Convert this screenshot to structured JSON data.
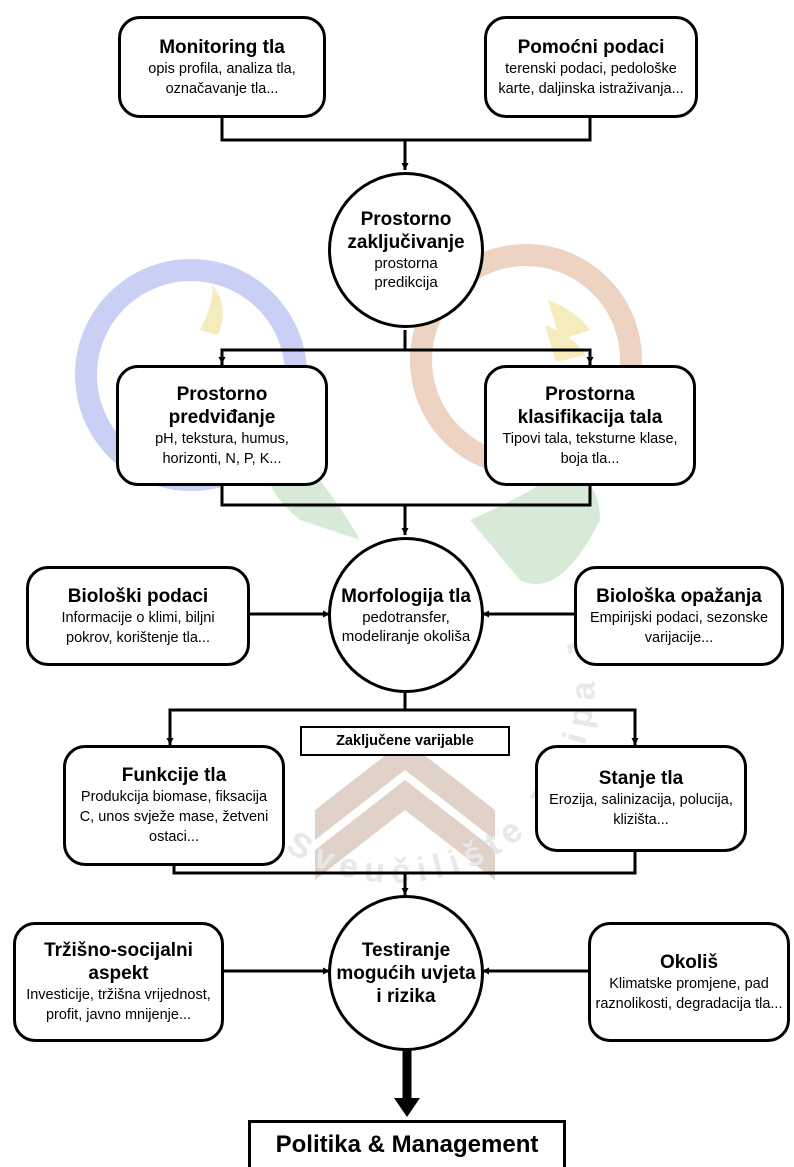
{
  "nodes": {
    "monitoring": {
      "title": "Monitoring tla",
      "desc": [
        "opis profila, analiza tla,",
        "označavanje tla..."
      ]
    },
    "pomocni": {
      "title": "Pomoćni podaci",
      "desc": [
        "terenski podaci, pedološke",
        "karte, daljinska istraživanja..."
      ]
    },
    "zakljucivanje": {
      "title": [
        "Prostorno",
        "zaključivanje"
      ],
      "desc": [
        "prostorna",
        "predikcija"
      ]
    },
    "predvidjanje": {
      "title": [
        "Prostorno",
        "predviđanje"
      ],
      "desc": [
        "pH, tekstura, humus,",
        "horizonti, N, P, K..."
      ]
    },
    "klasifikacija": {
      "title": [
        "Prostorna",
        "klasifikacija tala"
      ],
      "desc": [
        "Tipovi tala, teksturne klase,",
        "boja tla..."
      ]
    },
    "bioloski_podaci": {
      "title": "Biološki podaci",
      "desc": [
        "Informacije o klimi, biljni",
        "pokrov, korištenje tla..."
      ]
    },
    "morfologija": {
      "title": "Morfologija tla",
      "desc": [
        "pedotransfer,",
        "modeliranje okoliša"
      ]
    },
    "bioloska_opazanja": {
      "title": "Biološka opažanja",
      "desc": [
        "Empirijski podaci, sezonske",
        "varijacije..."
      ]
    },
    "funkcije": {
      "title": "Funkcije tla",
      "desc": [
        "Produkcija biomase, fiksacija",
        "C, unos svježe mase, žetveni",
        "ostaci..."
      ]
    },
    "stanje": {
      "title": "Stanje tla",
      "desc": [
        "Erozija, salinizacija, polucija,",
        "klizišta..."
      ]
    },
    "trzisno": {
      "title": [
        "Tržišno-socijalni",
        "aspekt"
      ],
      "desc": [
        "Investicije, tržišna vrijednost,",
        "profit, javno mnijenje..."
      ]
    },
    "testiranje": {
      "title": [
        "Testiranje",
        "mogućih uvjeta",
        "i rizika"
      ]
    },
    "okolis": {
      "title": "Okoliš",
      "desc": [
        "Klimatske promjene, pad",
        "raznolikosti, degradacija tla..."
      ]
    }
  },
  "connector_label": "Zaključene varijable",
  "final": "Politika & Management",
  "watermark": {
    "arc_text": "Sveučilište Josipa Jurja Strossmayera u Osijeku",
    "colors": {
      "blue": "#c9cff5",
      "tan": "#ecd3c2",
      "yellow": "#f4ecbc",
      "green": "#d7ead7",
      "brown": "#e0d2c8"
    }
  }
}
